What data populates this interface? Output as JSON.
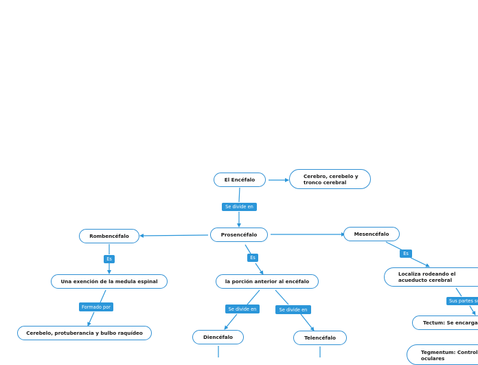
{
  "nodes": {
    "encefalo": "El Encéfalo",
    "cerebro": "Cerebro, cerebelo y tronco cerebral",
    "prosencefalo": "Prosencéfalo",
    "rombencefalo": "Rombencéfalo",
    "mesencefalo": "Mesencéfalo",
    "extension": "Una exención de la medula espinal",
    "cerebelo": "Cerebelo, protuberancia y bulbo raquídeo",
    "porcion": "la porción anterior al encéfalo",
    "diencefalo": "Diencéfalo",
    "telencefalo": "Telencéfalo",
    "localiza": "Localiza rodeando el acueducto cerebral",
    "tectum": "Tectum: Se encarga",
    "tegmentum": "Tegmentum: Controla oculares"
  },
  "links": {
    "se_divide_en_1": "Se divide en",
    "es_1": "Es",
    "es_2": "Es",
    "es_3": "Es",
    "formado_por": "Formado por",
    "se_divide_en_2": "Se divide en",
    "se_divide_en_3": "Se divide en",
    "sus_partes": "Sus partes son"
  },
  "colors": {
    "accent": "#2b96d9",
    "node_border": "#2f8fd3"
  }
}
